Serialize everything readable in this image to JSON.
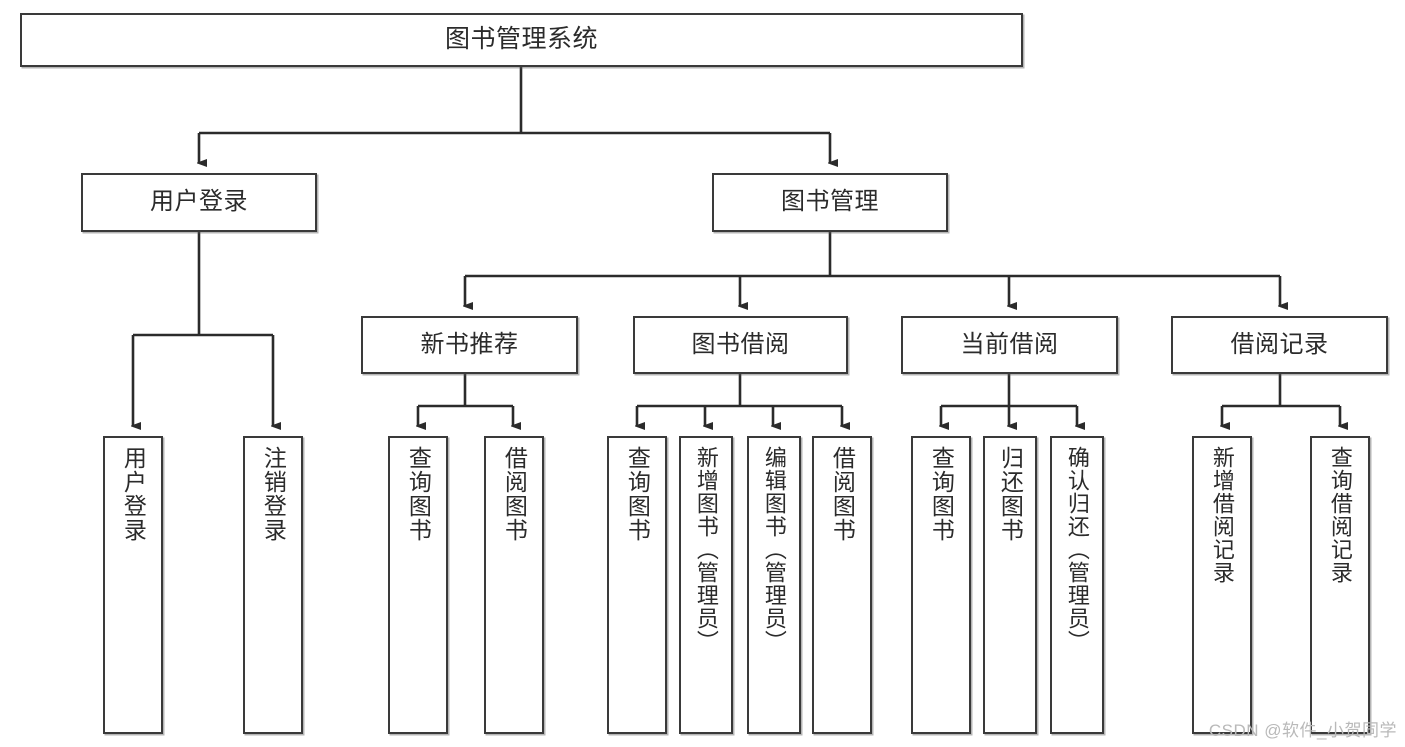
{
  "diagram": {
    "title": "图书管理系统",
    "type": "tree",
    "orientation": "top-down",
    "colors": {
      "node_border": "#3a3a3a",
      "node_fill": "#ffffff",
      "edge": "#2b2b2b",
      "text": "#2b2b2b",
      "watermark": "#b9b9b9"
    },
    "watermark": "CSDN @软件_小贺同学"
  },
  "nodes": {
    "root": {
      "label": "图书管理系统"
    },
    "level2": [
      {
        "id": "user-login",
        "label": "用户登录"
      },
      {
        "id": "book-management",
        "label": "图书管理"
      }
    ],
    "level3": [
      {
        "id": "new-book-recommend",
        "label": "新书推荐"
      },
      {
        "id": "book-borrow",
        "label": "图书借阅"
      },
      {
        "id": "current-borrow",
        "label": "当前借阅"
      },
      {
        "id": "borrow-record",
        "label": "借阅记录"
      }
    ],
    "leaves": {
      "user-login": [
        {
          "id": "leaf-user-login",
          "label": "用户登录"
        },
        {
          "id": "leaf-logout-login",
          "label": "注销登录"
        }
      ],
      "new-book-recommend": [
        {
          "id": "leaf-query-book-1",
          "label": "查询图书"
        },
        {
          "id": "leaf-borrow-book-1",
          "label": "借阅图书"
        }
      ],
      "book-borrow": [
        {
          "id": "leaf-query-book-2",
          "label": "查询图书"
        },
        {
          "id": "leaf-add-book",
          "label": "新增图书（管理员）"
        },
        {
          "id": "leaf-edit-book",
          "label": "编辑图书（管理员）"
        },
        {
          "id": "leaf-borrow-book-2",
          "label": "借阅图书"
        }
      ],
      "current-borrow": [
        {
          "id": "leaf-query-book-3",
          "label": "查询图书"
        },
        {
          "id": "leaf-return-book",
          "label": "归还图书"
        },
        {
          "id": "leaf-confirm-return",
          "label": "确认归还（管理员）"
        }
      ],
      "borrow-record": [
        {
          "id": "leaf-add-record",
          "label": "新增借阅记录"
        },
        {
          "id": "leaf-query-record",
          "label": "查询借阅记录"
        }
      ]
    }
  }
}
